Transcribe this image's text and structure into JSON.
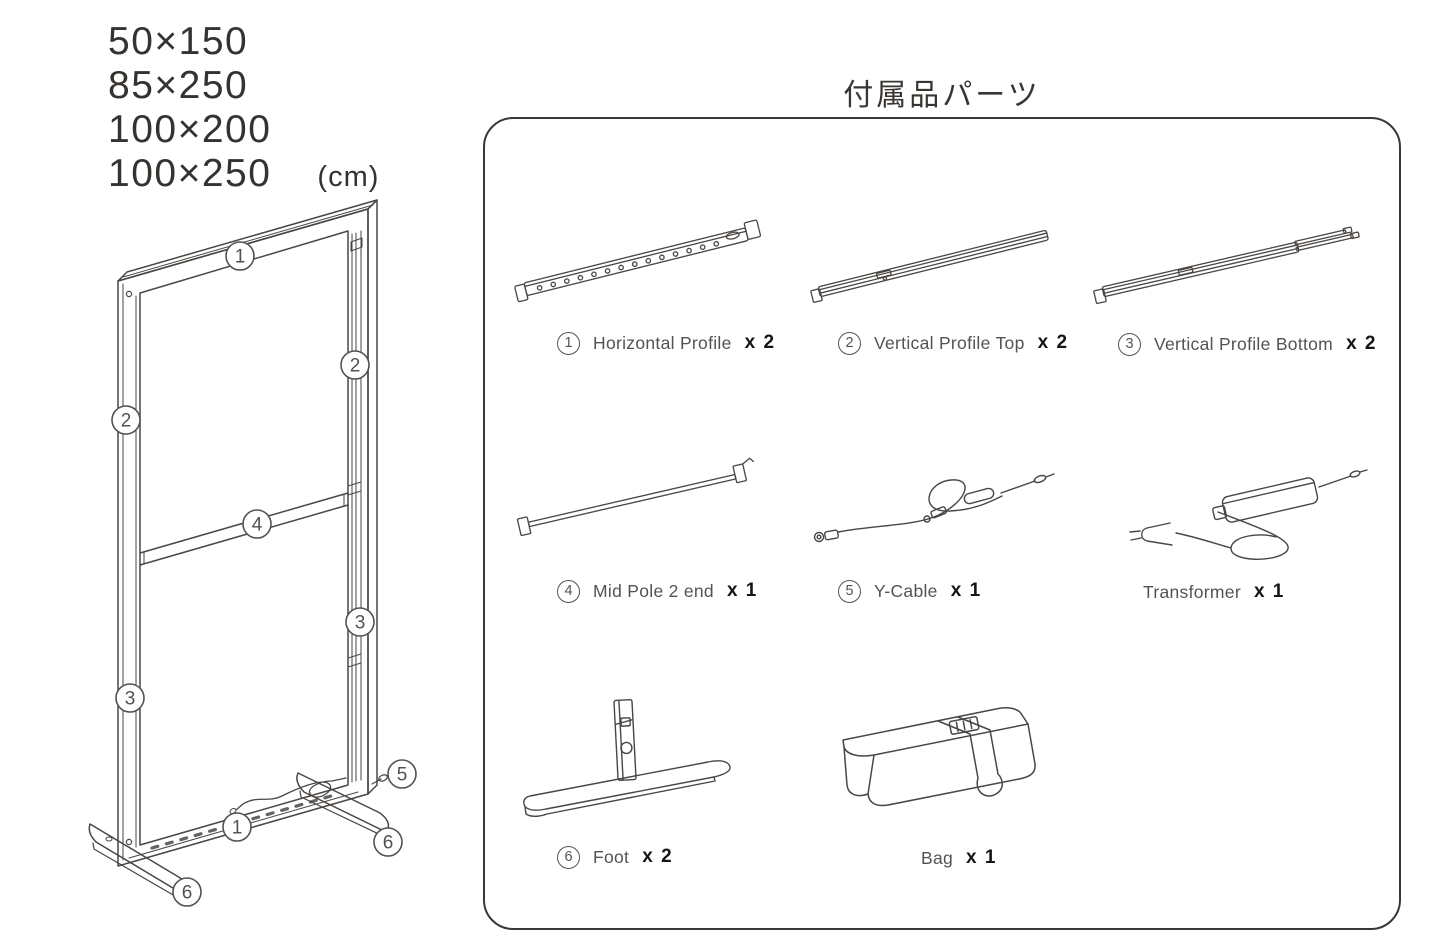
{
  "colors": {
    "background": "#ffffff",
    "line": "#4a4643",
    "text_primary": "#35322f",
    "text_secondary": "#565250",
    "panel_border": "#3b3733"
  },
  "sizes": {
    "lines": [
      "50×150",
      "85×250",
      "100×200",
      "100×250"
    ],
    "unit": "(cm)"
  },
  "frame": {
    "callouts": [
      "1",
      "2",
      "2",
      "4",
      "3",
      "3",
      "5",
      "1",
      "6",
      "6"
    ]
  },
  "parts_panel": {
    "title": "付属品パーツ",
    "parts": [
      {
        "num": "1",
        "name": "Horizontal Profile",
        "qty": "x 2",
        "icon": "horizontal-profile"
      },
      {
        "num": "2",
        "name": "Vertical Profile Top",
        "qty": "x 2",
        "icon": "vertical-profile-top"
      },
      {
        "num": "3",
        "name": "Vertical Profile Bottom",
        "qty": "x 2",
        "icon": "vertical-profile-bottom"
      },
      {
        "num": "4",
        "name": "Mid Pole 2 end",
        "qty": "x 1",
        "icon": "mid-pole"
      },
      {
        "num": "5",
        "name": "Y-Cable",
        "qty": "x 1",
        "icon": "y-cable"
      },
      {
        "num": "",
        "name": "Transformer",
        "qty": "x 1",
        "icon": "transformer"
      },
      {
        "num": "6",
        "name": "Foot",
        "qty": "x 2",
        "icon": "foot"
      },
      {
        "num": "",
        "name": "Bag",
        "qty": "x 1",
        "icon": "bag"
      }
    ]
  }
}
